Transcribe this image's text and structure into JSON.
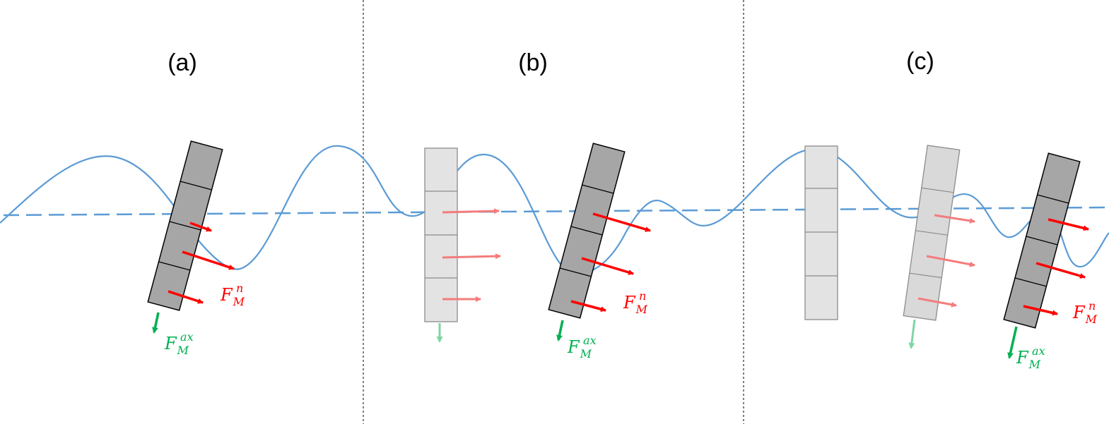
{
  "panels": [
    {
      "id": "a",
      "label": "(a)",
      "normal_force": {
        "symbol": "F",
        "sub": "M",
        "sup": "n"
      },
      "axial_force": {
        "symbol": "F",
        "sub": "M",
        "sup": "ax"
      }
    },
    {
      "id": "b",
      "label": "(b)",
      "normal_force": {
        "symbol": "F",
        "sub": "M",
        "sup": "n"
      },
      "axial_force": {
        "symbol": "F",
        "sub": "M",
        "sup": "ax"
      }
    },
    {
      "id": "c",
      "label": "(c)",
      "normal_force": {
        "symbol": "F",
        "sub": "M",
        "sup": "n"
      },
      "axial_force": {
        "symbol": "F",
        "sub": "M",
        "sup": "ax"
      }
    }
  ],
  "colors": {
    "wave": "#5b9bd5",
    "mean_level": "#5b9bd5",
    "normal_force": "#ff0000",
    "normal_force_faded": "#f47c7c",
    "axial_force": "#00b050",
    "axial_force_faded": "#7dd6a3",
    "cylinder": "#a6a6a6",
    "cylinder_faded": "#e3e3e3",
    "divider": "#000000"
  },
  "icons": {
    "normal_force": "arrow-right-icon",
    "axial_force": "arrow-down-icon"
  }
}
